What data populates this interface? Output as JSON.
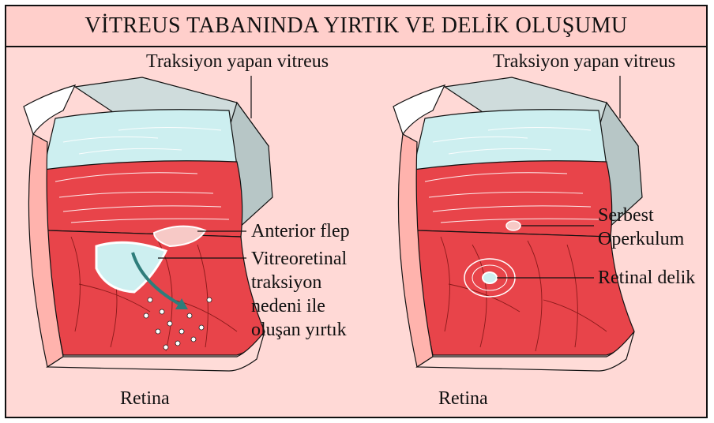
{
  "title": "VİTREUS TABANINDA YIRTIK VE DELİK OLUŞUMU",
  "left_panel": {
    "traction_label": "Traksiyon yapan vitreus",
    "anterior_flap": "Anterior flep",
    "vr_traction_lines": [
      "Vitreoretinal",
      "traksiyon",
      "nedeni ile",
      "oluşan yırtık"
    ],
    "retina_label": "Retina"
  },
  "right_panel": {
    "traction_label": "Traksiyon yapan vitreus",
    "free_operculum": [
      "Serbest",
      "Operkulum"
    ],
    "retinal_hole": "Retinal delik",
    "retina_label": "Retina"
  },
  "colors": {
    "background": "#ffd9d6",
    "retina_red": "#e8444a",
    "vitreous_cyan": "#cdeff0",
    "vitreous_gray": "#c9d6d6",
    "arrow_teal": "#2e7d7b"
  }
}
